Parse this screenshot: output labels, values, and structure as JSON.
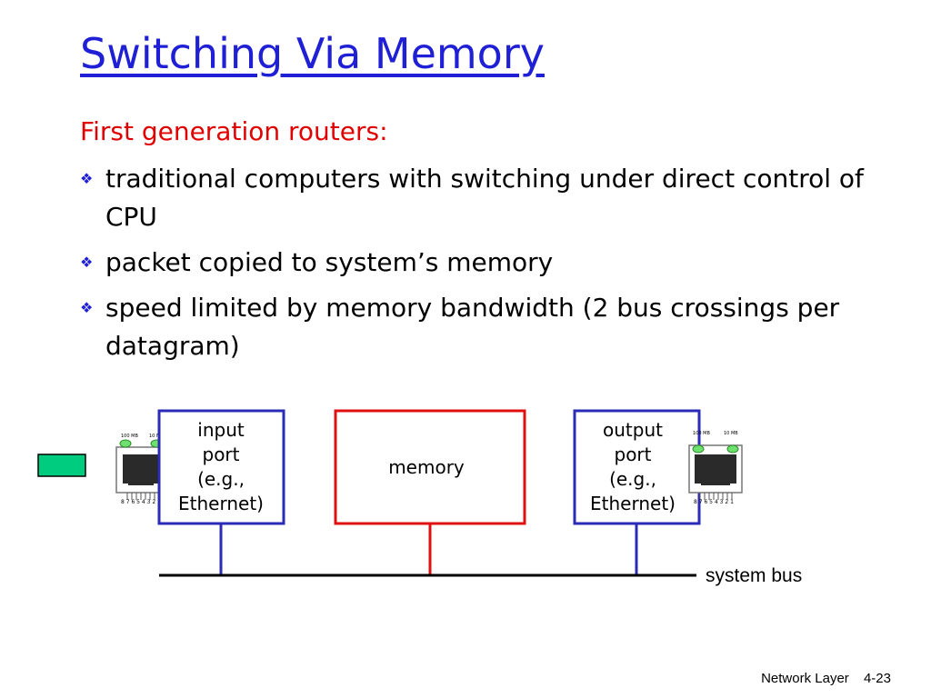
{
  "slide": {
    "title": "Switching Via Memory",
    "subtitle": "First generation routers:",
    "bullets": [
      "traditional computers with switching under direct control of CPU",
      "packet copied to system’s memory",
      "speed limited by memory bandwidth (2 bus crossings per datagram)"
    ]
  },
  "diagram": {
    "input_port": [
      "input",
      "port",
      "(e.g.,",
      "Ethernet)"
    ],
    "memory": "memory",
    "output_port": [
      "output",
      "port",
      "(e.g.,",
      "Ethernet)"
    ],
    "system_bus": "system bus",
    "connector_left_labels": [
      "100 MB",
      "10 MB"
    ],
    "connector_right_labels": [
      "100 MB",
      "10 MB"
    ],
    "pin_numbers": "8 7 6 5 4 3 2 1"
  },
  "footer": {
    "left": "Network Layer",
    "right": "4-23"
  },
  "colors": {
    "title": "#1f1fd6",
    "subhead": "#e00000",
    "port_border": "#2b2bb8",
    "memory_border": "#e01010",
    "green_box": "#00cc80"
  }
}
